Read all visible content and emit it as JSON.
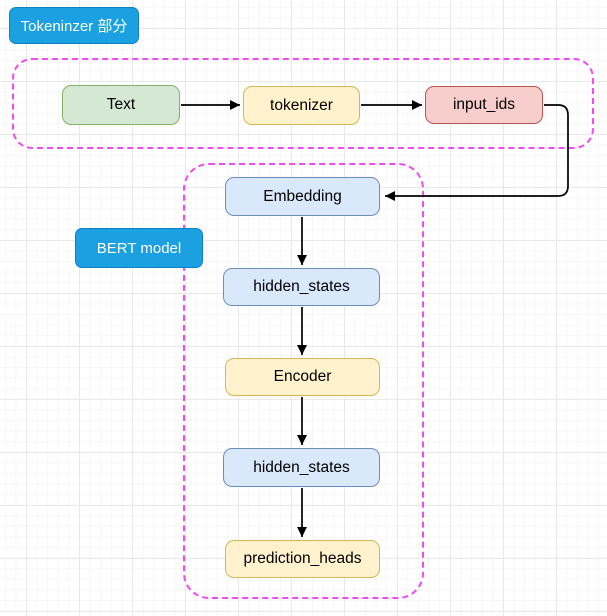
{
  "labels": {
    "tokenizer_section": "Tokeninzer 部分",
    "bert_model": "BERT model"
  },
  "colors": {
    "callout_fill": "#1ba1e2",
    "callout_stroke": "#0e82c0",
    "callout_text": "#ffffff",
    "container_dash": "#f24af2",
    "arrow": "#000000",
    "grid_major": "#e9e9e9",
    "grid_minor": "#f6f6f6",
    "background": "#ffffff"
  },
  "tokenizer_flow": {
    "nodes": [
      {
        "label": "Text",
        "fill": "#d5e8d4",
        "stroke": "#82b366"
      },
      {
        "label": "tokenizer",
        "fill": "#fff2cc",
        "stroke": "#d6b656"
      },
      {
        "label": "input_ids",
        "fill": "#f8cecc",
        "stroke": "#b85450"
      }
    ]
  },
  "bert_flow": {
    "nodes": [
      {
        "label": "Embedding",
        "fill": "#dae8fc",
        "stroke": "#6c8ebf"
      },
      {
        "label": "hidden_states",
        "fill": "#dae8fc",
        "stroke": "#6c8ebf"
      },
      {
        "label": "Encoder",
        "fill": "#fff2cc",
        "stroke": "#d6b656"
      },
      {
        "label": "hidden_states",
        "fill": "#dae8fc",
        "stroke": "#6c8ebf"
      },
      {
        "label": "prediction_heads",
        "fill": "#fff2cc",
        "stroke": "#d6b656"
      }
    ]
  }
}
